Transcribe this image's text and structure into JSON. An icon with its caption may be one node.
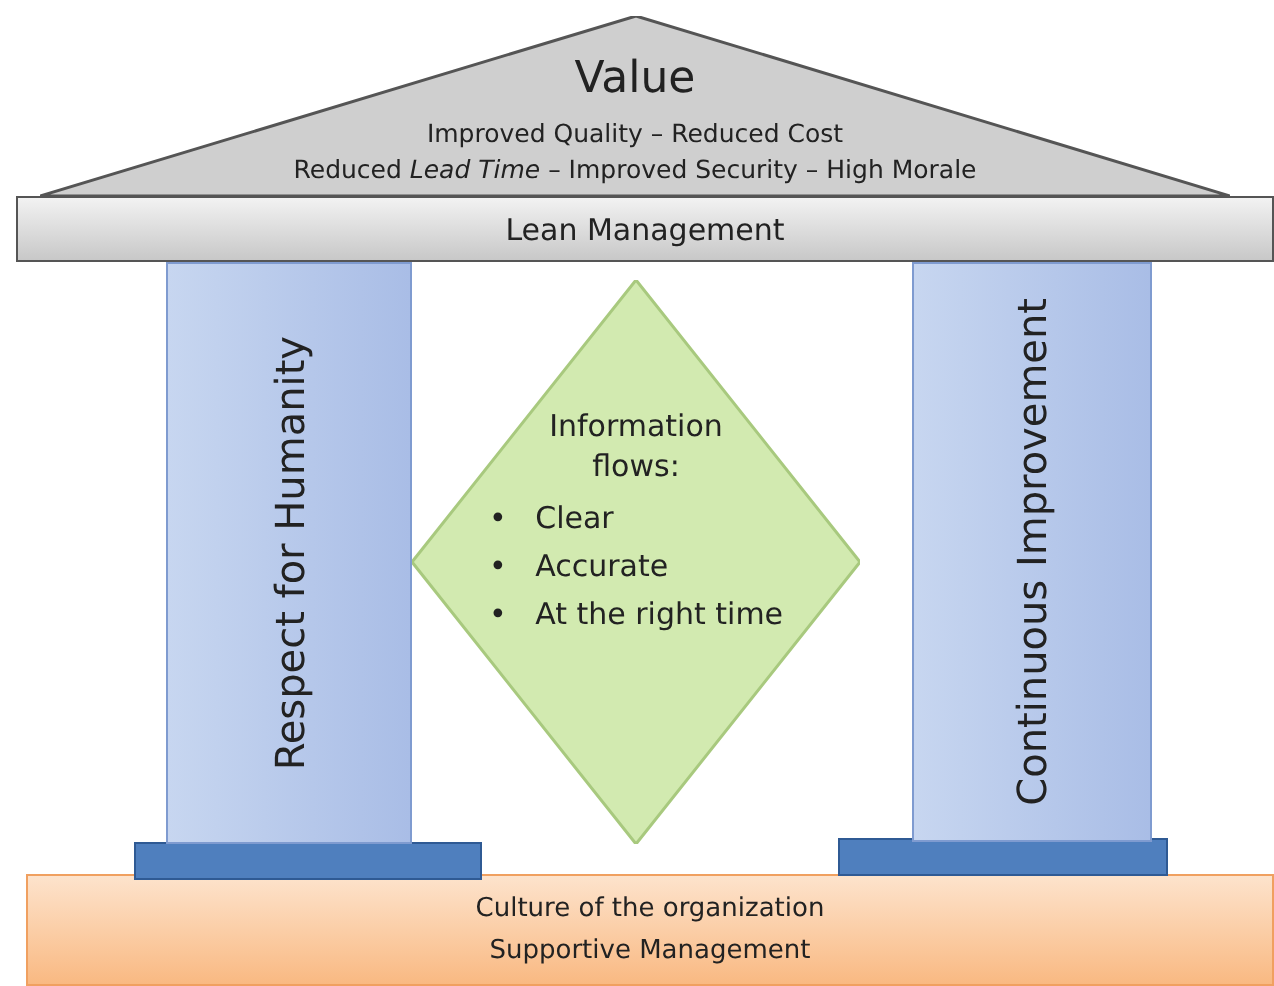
{
  "diagram": {
    "nodes": [
      {
        "text": [
          "Value",
          "Improved Quality – Reduced Cost",
          "Reduced *Lead Time* – Improved Security – High Morale"
        ]
      },
      {
        "text": [
          "Lean Management"
        ]
      },
      {
        "text": [
          "Respect for Humanity"
        ]
      },
      {
        "text": [
          "Information flows:",
          "•   Clear",
          "•   Accurate",
          "•   At the right time"
        ]
      },
      {
        "text": [
          "Continuous Improvement"
        ]
      },
      {
        "text": [],
        "shape": "bar"
      },
      {
        "text": [],
        "shape": "bar"
      },
      {
        "text": [
          "Culture of the organization",
          "Supportive Management"
        ]
      }
    ],
    "edges": []
  }
}
